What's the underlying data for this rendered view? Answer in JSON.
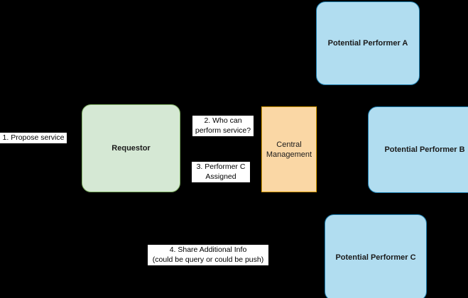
{
  "diagram": {
    "background_color": "#000000",
    "title_text": "",
    "nodes": [
      {
        "id": "requestor",
        "label": "Requestor",
        "fill": "#d5e8d4",
        "stroke": "#82b366",
        "shape": "rounded-rectangle"
      },
      {
        "id": "central-management",
        "label": "Central Management",
        "label_line1": "Central",
        "label_line2": "Management",
        "fill": "#fad7a5",
        "stroke": "#d79b00",
        "shape": "rectangle"
      },
      {
        "id": "potential-performer-a",
        "label": "Potential Performer A",
        "fill": "#b1ddf0",
        "stroke": "#1a7cac",
        "shape": "rounded-rectangle"
      },
      {
        "id": "potential-performer-b",
        "label": "Potential Performer B",
        "fill": "#b1ddf0",
        "stroke": "#1a7cac",
        "shape": "rounded-rectangle"
      },
      {
        "id": "potential-performer-c",
        "label": "Potential Performer C",
        "fill": "#b1ddf0",
        "stroke": "#1a7cac",
        "shape": "rounded-rectangle"
      }
    ],
    "edge_labels": [
      {
        "id": "edge-label-1",
        "line1": "1. Propose service",
        "line2": ""
      },
      {
        "id": "edge-label-2",
        "line1": "2. Who can",
        "line2": "perform service?"
      },
      {
        "id": "edge-label-3",
        "line1": "3. Performer C",
        "line2": "Assigned"
      },
      {
        "id": "edge-label-4",
        "line1": "4. Share Additional Info",
        "line2": "(could be query or could be push)"
      }
    ]
  }
}
